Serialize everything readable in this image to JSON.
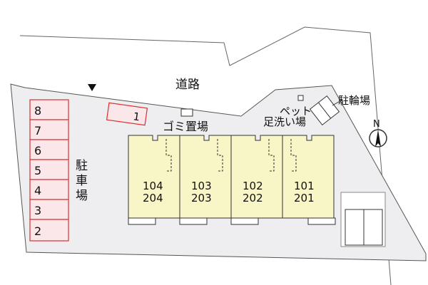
{
  "road": {
    "label": "道路"
  },
  "parking": {
    "label_chars": [
      "駐",
      "車",
      "場"
    ],
    "spaces": [
      "8",
      "7",
      "6",
      "5",
      "4",
      "3",
      "2"
    ],
    "extra_space": "1"
  },
  "garbage": {
    "label": "ゴミ置場"
  },
  "pet_wash": {
    "label_line1": "ペット",
    "label_line2": "足洗い場"
  },
  "bicycle": {
    "label": "駐輪場"
  },
  "compass": {
    "label": "N"
  },
  "units": [
    {
      "lower": "104",
      "upper": "204"
    },
    {
      "lower": "103",
      "upper": "203"
    },
    {
      "lower": "102",
      "upper": "202"
    },
    {
      "lower": "101",
      "upper": "201"
    }
  ],
  "colors": {
    "lot": "#eeeef0",
    "parking_fill": "#fbe7ea",
    "parking_stroke": "#d9302f",
    "building": "#f8f5c6",
    "outline": "#333333"
  }
}
